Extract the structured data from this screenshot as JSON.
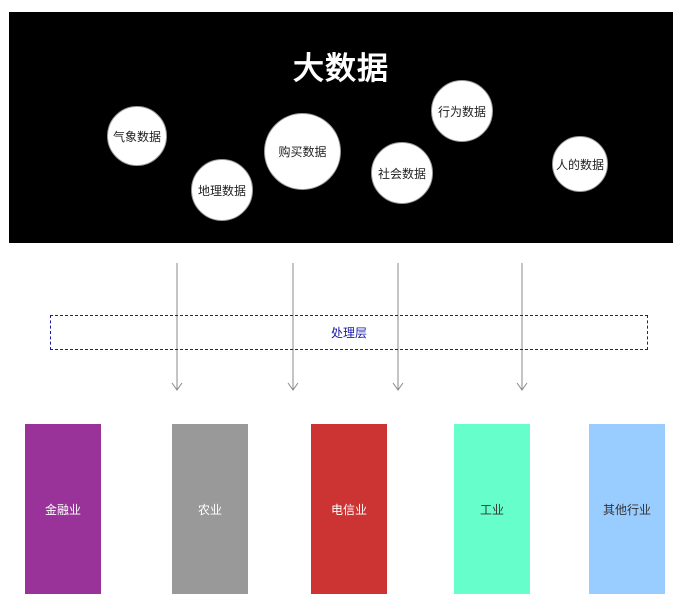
{
  "title": "大数据",
  "data_sources": [
    {
      "label": "气象数据"
    },
    {
      "label": "地理数据"
    },
    {
      "label": "购买数据"
    },
    {
      "label": "社会数据"
    },
    {
      "label": "行为数据"
    },
    {
      "label": "人的数据"
    }
  ],
  "processing_layer": {
    "label": "处理层"
  },
  "industries": [
    {
      "label": "金融业",
      "color": "#993399",
      "text_color": "#ffffff"
    },
    {
      "label": "农业",
      "color": "#999999",
      "text_color": "#ffffff"
    },
    {
      "label": "电信业",
      "color": "#cc3333",
      "text_color": "#ffffff"
    },
    {
      "label": "工业",
      "color": "#66ffcc",
      "text_color": "#333333"
    },
    {
      "label": "其他行业",
      "color": "#99ccff",
      "text_color": "#333333"
    }
  ],
  "colors": {
    "panel_background": "#000000",
    "processing_border": "#1a1aa6",
    "arrow": "#888888"
  }
}
